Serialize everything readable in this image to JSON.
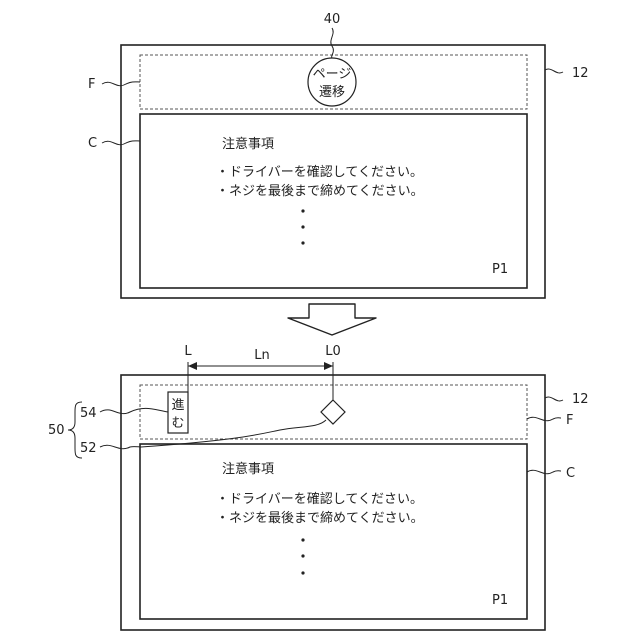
{
  "labels": {
    "ref_40": "40",
    "ref_12_top": "12",
    "ref_12_bottom": "12",
    "ref_F_top": "F",
    "ref_F_bottom": "F",
    "ref_C_top": "C",
    "ref_C_bottom": "C",
    "ref_54": "54",
    "ref_52": "52",
    "ref_50": "50",
    "L": "L",
    "Ln": "Ln",
    "L0": "L0"
  },
  "top_screen": {
    "page_button": {
      "line1": "ページ",
      "line2": "遷移"
    },
    "content": {
      "heading": "注意事項",
      "line1": "・ドライバーを確認してください。",
      "line2": "・ネジを最後まで締めてください。",
      "page_no": "P1"
    }
  },
  "bottom_screen": {
    "advance_button": {
      "line1": "進",
      "line2": "む"
    },
    "content": {
      "heading": "注意事項",
      "line1": "・ドライバーを確認してください。",
      "line2": "・ネジを最後まで締めてください。",
      "page_no": "P1"
    }
  }
}
